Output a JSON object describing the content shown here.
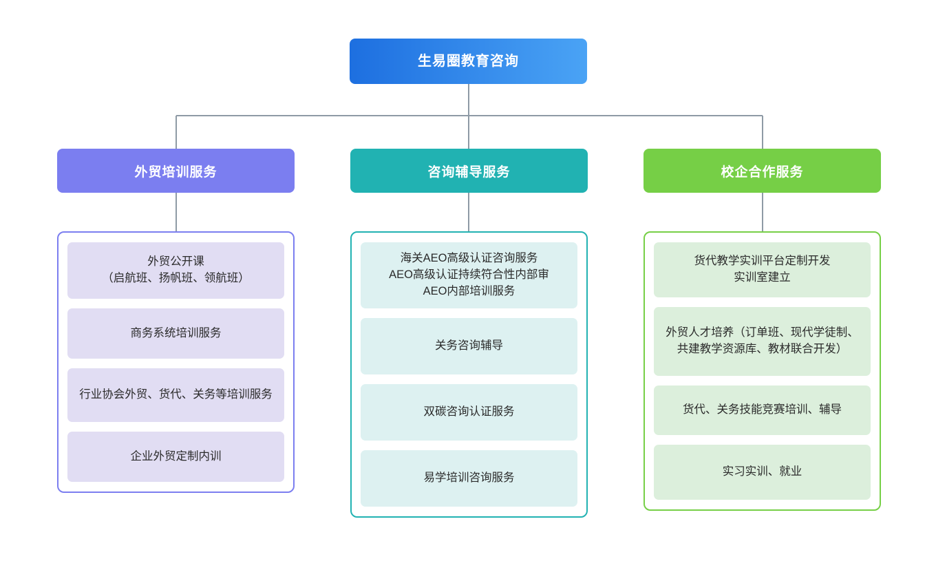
{
  "diagram": {
    "type": "organizational-tree",
    "orientation": "top-down",
    "root": {
      "label": "生易圈教育咨询",
      "color_start": "#1d6fe0",
      "color_end": "#4aa3f5"
    },
    "connector_color": "#8e9aa5",
    "branches": [
      {
        "label": "外贸培训服务",
        "accent": "#7b7ef0",
        "leaf_fill": "#e1ddf3",
        "items": [
          "外贸公开课\n（启航班、扬帆班、领航班）",
          "商务系统培训服务",
          "行业协会外贸、货代、关务等培训服务",
          "企业外贸定制内训"
        ]
      },
      {
        "label": "咨询辅导服务",
        "accent": "#21b2b2",
        "leaf_fill": "#ddf1f1",
        "items": [
          "海关AEO高级认证咨询服务\nAEO高级认证持续符合性内部审\nAEO内部培训服务",
          "关务咨询辅导",
          "双碳咨询认证服务",
          "易学培训咨询服务"
        ]
      },
      {
        "label": "校企合作服务",
        "accent": "#76cf46",
        "leaf_fill": "#dcefdc",
        "items": [
          "货代教学实训平台定制开发\n实训室建立",
          "外贸人才培养（订单班、现代学徒制、共建教学资源库、教材联合开发）",
          "货代、关务技能竞赛培训、辅导",
          "实习实训、就业"
        ]
      }
    ]
  }
}
